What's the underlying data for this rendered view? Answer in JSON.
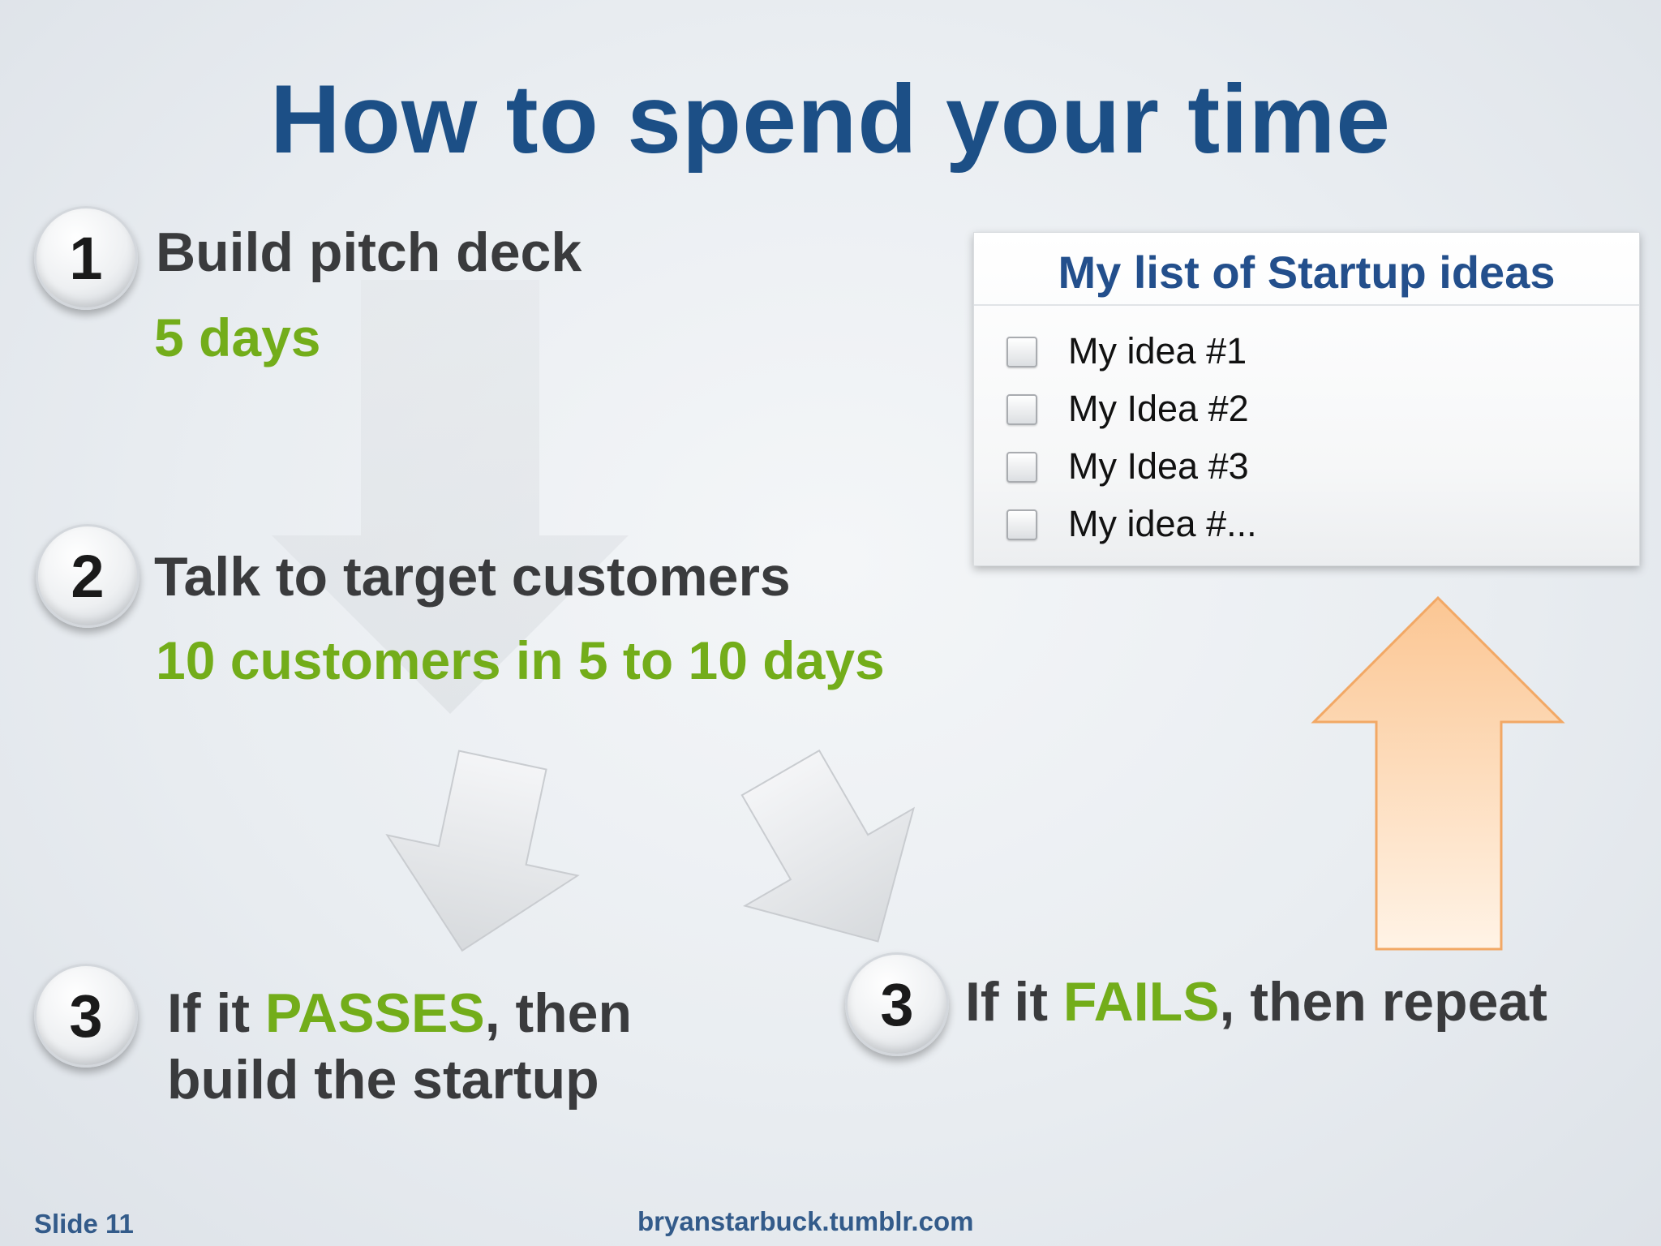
{
  "slide": {
    "title": "How to spend your time",
    "steps": [
      {
        "number": "1",
        "label": "Build pitch deck",
        "detail": "5 days"
      },
      {
        "number": "2",
        "label": "Talk to target customers",
        "detail": "10 customers in 5 to 10 days"
      },
      {
        "number": "3",
        "prefix": "If it ",
        "keyword": "PASSES",
        "suffix": ", then",
        "line2": "build the startup"
      },
      {
        "number": "3",
        "prefix": "If it ",
        "keyword": "FAILS",
        "suffix": ", then repeat"
      }
    ],
    "ideas_box": {
      "title": "My list of Startup ideas",
      "items": [
        "My idea #1",
        "My Idea #2",
        "My Idea #3",
        "My idea #..."
      ]
    },
    "footer": {
      "slide_number": "Slide 11",
      "url": "bryanstarbuck.tumblr.com"
    },
    "colors": {
      "title": "#1c4f86",
      "accent_green": "#73ad1a",
      "up_arrow": "#fcd3a8"
    }
  }
}
